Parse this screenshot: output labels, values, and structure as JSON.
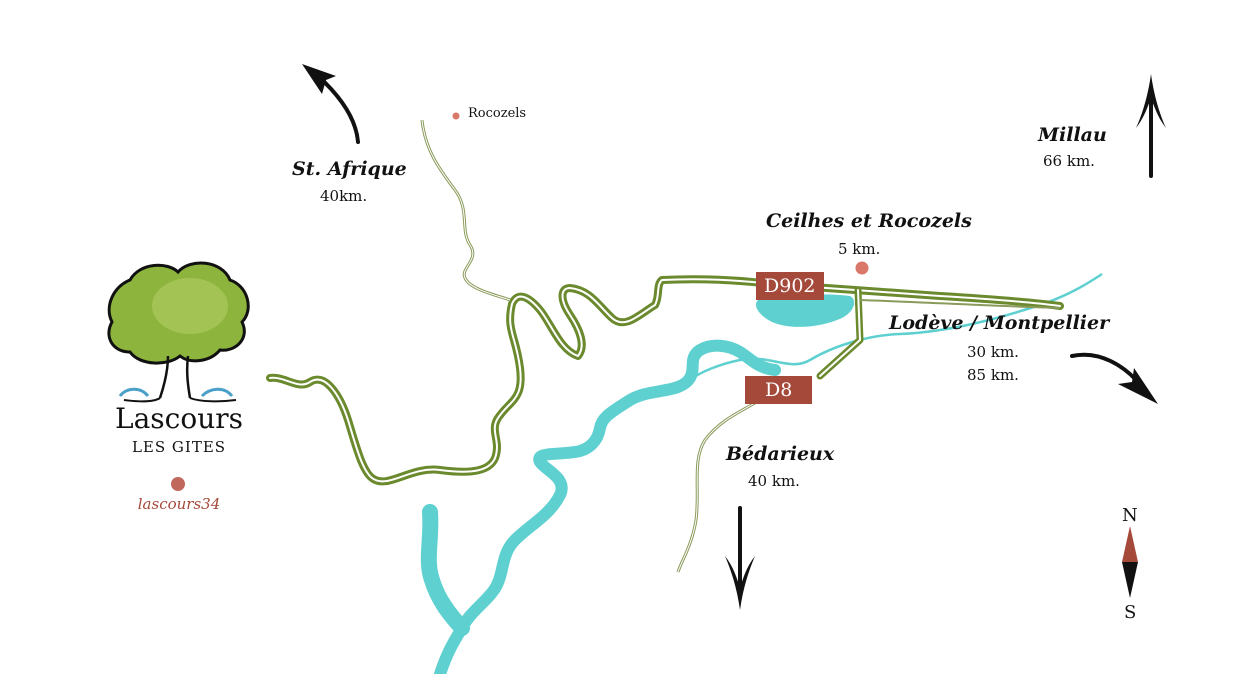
{
  "places": {
    "st_afrique": {
      "name": "St. Afrique",
      "distance": "40km."
    },
    "rocozels": {
      "name": "Rocozels"
    },
    "millau": {
      "name": "Millau",
      "distance": "66 km."
    },
    "ceilhes": {
      "name": "Ceilhes et Rocozels",
      "distance": "5 km."
    },
    "lodeve": {
      "name": "Lodève / Montpellier",
      "distance_1": "30 km.",
      "distance_2": "85 km."
    },
    "bedarieux": {
      "name": "Bédarieux",
      "distance": "40 km."
    }
  },
  "roads": {
    "d902": "D902",
    "d8": "D8"
  },
  "brand": {
    "name": "Lascours",
    "subtitle": "LES GITES",
    "handle": "lascours34"
  },
  "compass": {
    "north": "N",
    "south": "S"
  },
  "colors": {
    "road": "#6b8a2e",
    "river": "#5fd0d0",
    "marker": "#d9776a",
    "road_sign": "#a5493a",
    "tree": "#8db43c"
  },
  "icons": {
    "tree": "tree-logo-icon",
    "compass": "compass-icon",
    "arrow": "direction-arrow-icon"
  }
}
